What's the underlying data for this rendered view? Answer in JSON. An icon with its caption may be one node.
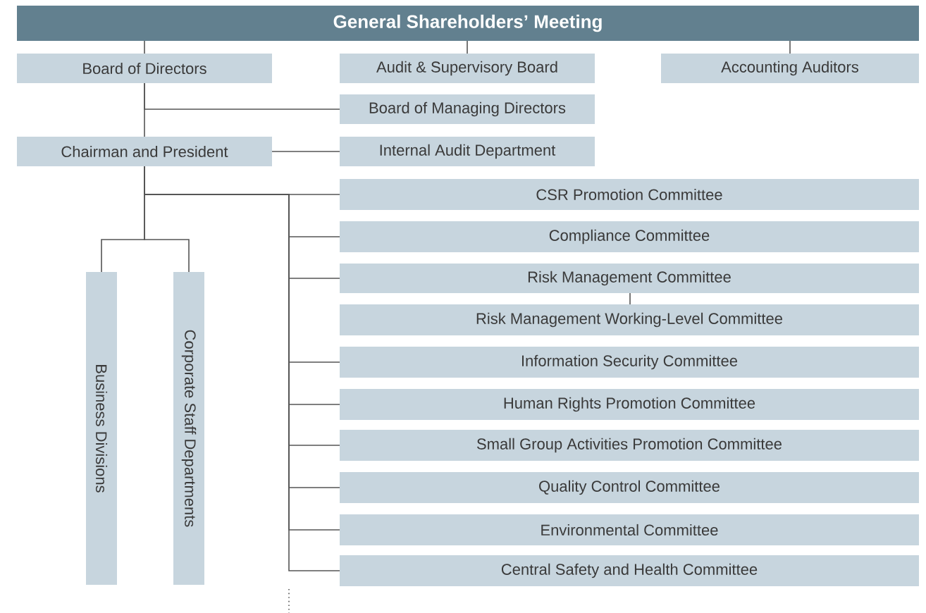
{
  "diagram": {
    "nodes": [
      {
        "text": [
          "General Shareholders’ Meeting"
        ]
      },
      {
        "text": [
          "Board of Directors"
        ]
      },
      {
        "text": [
          "Audit & Supervisory Board"
        ]
      },
      {
        "text": [
          "Accounting Auditors"
        ]
      },
      {
        "text": [
          "Board of Managing Directors"
        ]
      },
      {
        "text": [
          "Chairman and President"
        ]
      },
      {
        "text": [
          "Internal Audit Department"
        ]
      },
      {
        "text": [
          "CSR Promotion Committee"
        ]
      },
      {
        "text": [
          "Compliance Committee"
        ]
      },
      {
        "text": [
          "Risk Management Committee"
        ]
      },
      {
        "text": [
          "Risk Management Working-Level Committee"
        ]
      },
      {
        "text": [
          "Information Security Committee"
        ]
      },
      {
        "text": [
          "Human Rights Promotion Committee"
        ]
      },
      {
        "text": [
          "Small Group Activities Promotion Committee"
        ]
      },
      {
        "text": [
          "Quality Control Committee"
        ]
      },
      {
        "text": [
          "Environmental Committee"
        ]
      },
      {
        "text": [
          "Central Safety and Health Committee"
        ]
      },
      {
        "text": [
          "Business Divisions"
        ]
      },
      {
        "text": [
          "Corporate Staff Departments"
        ]
      }
    ],
    "edges": [
      {
        "from": 0,
        "to": 1,
        "arrow": "none"
      },
      {
        "from": 0,
        "to": 2,
        "arrow": "none"
      },
      {
        "from": 0,
        "to": 3,
        "arrow": "none"
      },
      {
        "from": 1,
        "to": 5,
        "arrow": "none"
      },
      {
        "from": 1,
        "to": 4,
        "arrow": "none"
      },
      {
        "from": 5,
        "to": 6,
        "arrow": "none"
      },
      {
        "from": 5,
        "to": 7,
        "arrow": "none"
      },
      {
        "from": 5,
        "to": 8,
        "arrow": "none"
      },
      {
        "from": 5,
        "to": 9,
        "arrow": "none"
      },
      {
        "from": 9,
        "to": 10,
        "arrow": "none"
      },
      {
        "from": 5,
        "to": 11,
        "arrow": "none"
      },
      {
        "from": 5,
        "to": 12,
        "arrow": "none"
      },
      {
        "from": 5,
        "to": 13,
        "arrow": "none"
      },
      {
        "from": 5,
        "to": 14,
        "arrow": "none"
      },
      {
        "from": 5,
        "to": 15,
        "arrow": "none"
      },
      {
        "from": 5,
        "to": 16,
        "arrow": "none"
      },
      {
        "from": 5,
        "to": 17,
        "arrow": "none"
      },
      {
        "from": 5,
        "to": 18,
        "arrow": "none"
      }
    ]
  }
}
